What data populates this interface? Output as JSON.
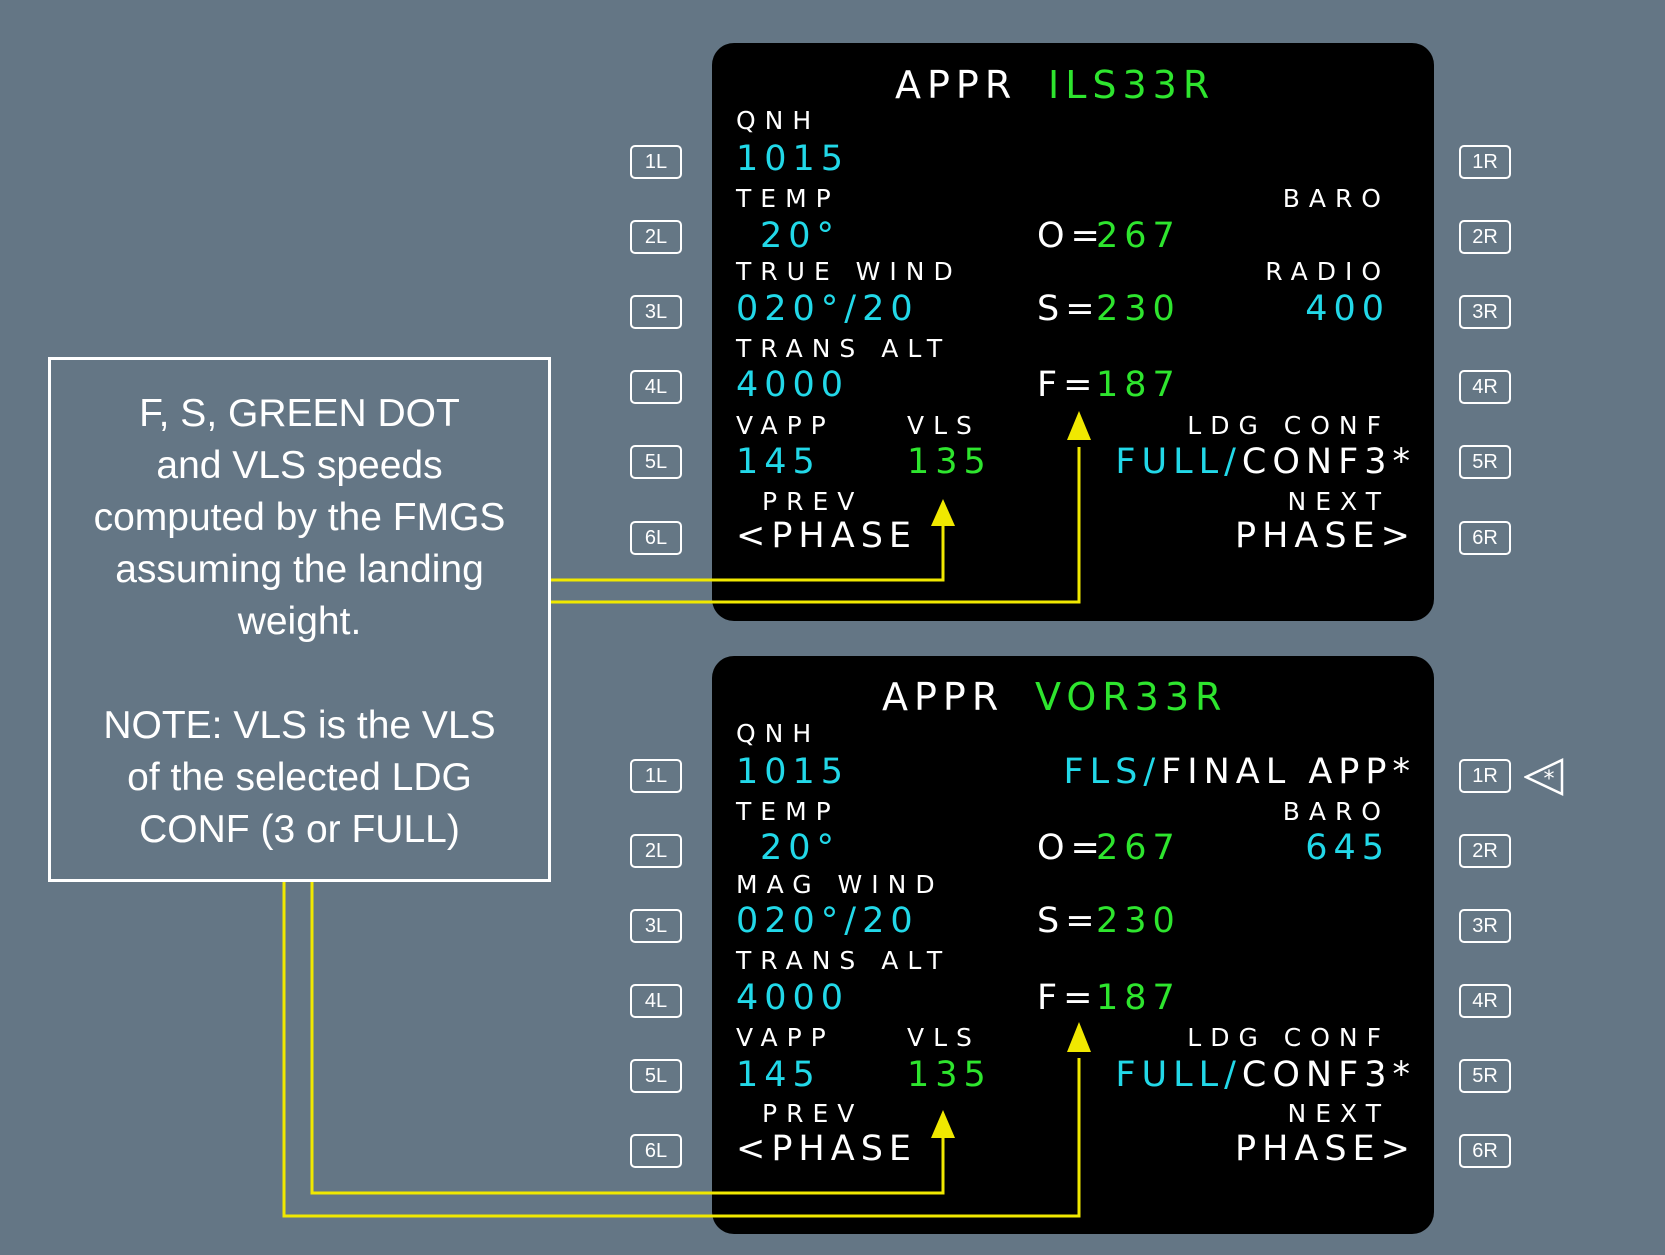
{
  "top": {
    "title_prefix": "APPR",
    "title_approach": "ILS33R",
    "qnh_label": "QNH",
    "qnh_value": "1015",
    "temp_label": "TEMP",
    "temp_value": "20°",
    "wind_label": "TRUE WIND",
    "wind_value": "020°/20",
    "trans_alt_label": "TRANS ALT",
    "trans_alt_value": "4000",
    "vapp_label": "VAPP",
    "vapp_value": "145",
    "vls_label": "VLS",
    "vls_value": "135",
    "prev_label": "PREV",
    "prev_phase": "<PHASE",
    "o_label": "O=",
    "o_value": "267",
    "s_label": "S=",
    "s_value": "230",
    "f_label": "F=",
    "f_value": "187",
    "baro_label": "BARO",
    "radio_label": "RADIO",
    "radio_value": "400",
    "ldg_conf_label": "LDG CONF",
    "ldg_full": "FULL/",
    "ldg_conf3": "CONF3",
    "ldg_star": "*",
    "next_label": "NEXT",
    "next_phase": "PHASE>"
  },
  "bottom": {
    "title_prefix": "APPR",
    "title_approach": "VOR33R",
    "qnh_label": "QNH",
    "qnh_value": "1015",
    "temp_label": "TEMP",
    "temp_value": "20°",
    "wind_label": "MAG WIND",
    "wind_value": "020°/20",
    "trans_alt_label": "TRANS ALT",
    "trans_alt_value": "4000",
    "vapp_label": "VAPP",
    "vapp_value": "145",
    "vls_label": "VLS",
    "vls_value": "135",
    "prev_label": "PREV",
    "prev_phase": "<PHASE",
    "fls_option": "FLS/",
    "final_app_option": "FINAL APP",
    "fls_star": "*",
    "o_label": "O=",
    "o_value": "267",
    "s_label": "S=",
    "s_value": "230",
    "f_label": "F=",
    "f_value": "187",
    "baro_label": "BARO",
    "baro_value": "645",
    "ldg_conf_label": "LDG CONF",
    "ldg_full": "FULL/",
    "ldg_conf3": "CONF3",
    "ldg_star": "*",
    "next_label": "NEXT",
    "next_phase": "PHASE>"
  },
  "lsk_left": [
    "1L",
    "2L",
    "3L",
    "4L",
    "5L",
    "6L"
  ],
  "lsk_right": [
    "1R",
    "2R",
    "3R",
    "4R",
    "5R",
    "6R"
  ],
  "note": {
    "line1": "F, S, GREEN DOT",
    "line2": "and VLS speeds",
    "line3": "computed by the FMGS",
    "line4": "assuming the landing",
    "line5": "weight.",
    "line6": "NOTE: VLS is the VLS",
    "line7": "of the selected LDG",
    "line8": "CONF (3 or FULL)"
  },
  "colors": {
    "background": "#647685",
    "screen": "#000000",
    "green": "#2ee52e",
    "cyan": "#22d8e8",
    "white": "#ffffff",
    "callout_line": "#f0e800"
  },
  "icons": {
    "fls_selection_marker": "star-in-triangle-icon"
  }
}
